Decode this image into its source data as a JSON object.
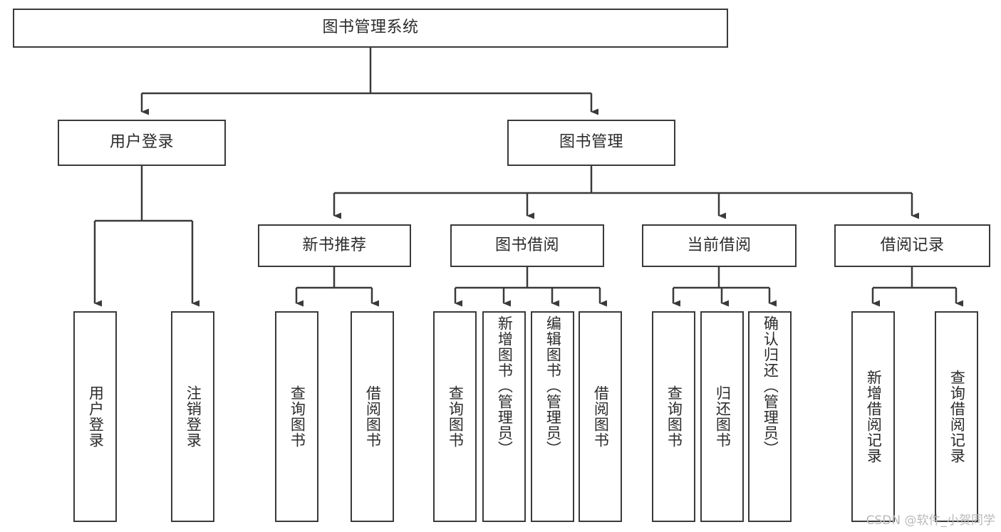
{
  "diagram": {
    "type": "tree",
    "title": "图书管理系统",
    "orientation": "top-down",
    "colors": {
      "box_border": "#3a3a3a",
      "box_fill": "#ffffff",
      "connector": "#3a3a3a",
      "text": "#2b2b2b",
      "watermark": "#b9b9b9",
      "background": "#ffffff"
    },
    "root": {
      "label": "图书管理系统"
    },
    "level1": [
      {
        "label": "用户登录"
      },
      {
        "label": "图书管理"
      }
    ],
    "level2": [
      {
        "label": "新书推荐"
      },
      {
        "label": "图书借阅"
      },
      {
        "label": "当前借阅"
      },
      {
        "label": "借阅记录"
      }
    ],
    "leaves": {
      "user_login": [
        {
          "label": "用户登录"
        },
        {
          "label": "注销登录"
        }
      ],
      "new_book_recommend": [
        {
          "label": "查询图书"
        },
        {
          "label": "借阅图书"
        }
      ],
      "book_borrow": [
        {
          "label": "查询图书"
        },
        {
          "label": "新增图书（管理员）"
        },
        {
          "label": "编辑图书（管理员）"
        },
        {
          "label": "借阅图书"
        }
      ],
      "current_borrow": [
        {
          "label": "查询图书"
        },
        {
          "label": "归还图书"
        },
        {
          "label": "确认归还（管理员）"
        }
      ],
      "borrow_record": [
        {
          "label": "新增借阅记录"
        },
        {
          "label": "查询借阅记录"
        }
      ]
    }
  },
  "watermark": {
    "text": "CSDN @软件_小贺同学"
  }
}
